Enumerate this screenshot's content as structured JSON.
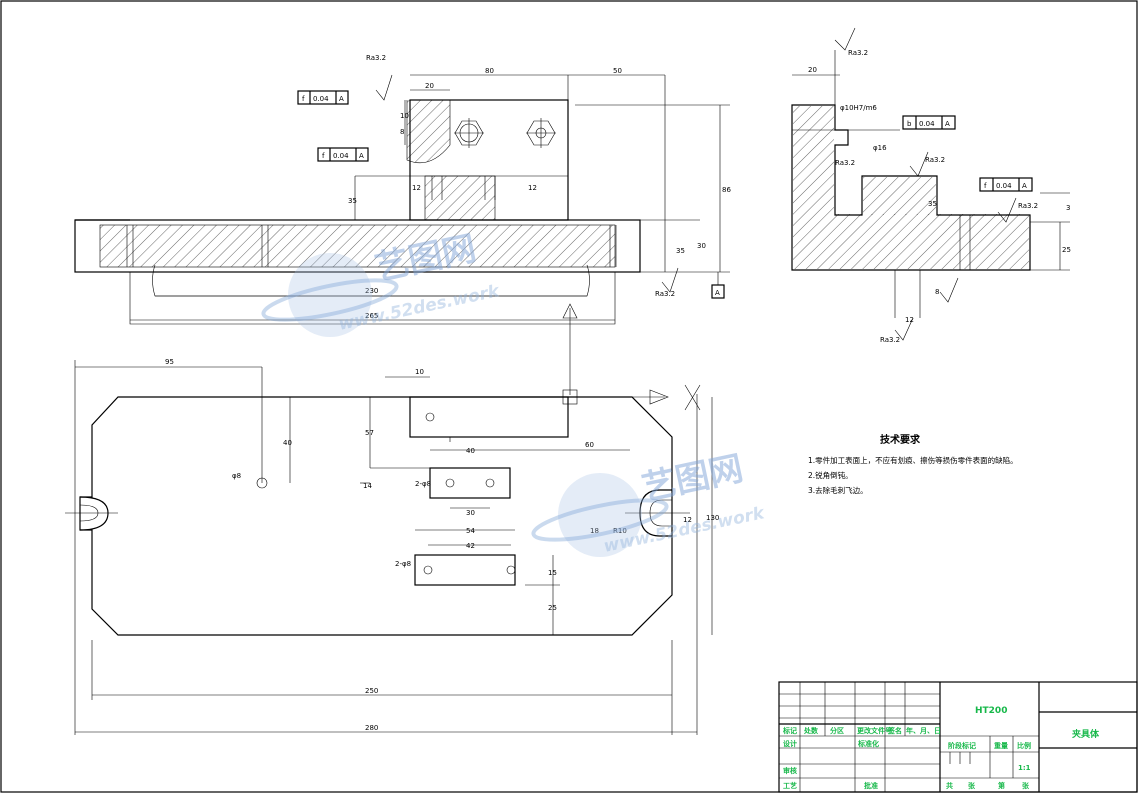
{
  "main_view": {
    "tol_frame_1": {
      "sym": "f",
      "val": "0.04",
      "ref": "A"
    },
    "tol_frame_2": {
      "sym": "f",
      "val": "0.04",
      "ref": "A"
    },
    "rough_top": "Ra3.2",
    "rough_bottom": "Ra3.2",
    "datum": "A",
    "dims": {
      "d20": "20",
      "d80": "80",
      "d50": "50",
      "d10": "10",
      "d8": "8",
      "d12a": "12",
      "d12b": "12",
      "d35": "35",
      "d86": "86",
      "d35b": "35",
      "d30": "30",
      "d230": "230",
      "d265": "265"
    }
  },
  "side_view": {
    "tol_frame_b": {
      "sym": "b",
      "val": "0.04",
      "ref": "A"
    },
    "tol_frame_f": {
      "sym": "f",
      "val": "0.04",
      "ref": "A"
    },
    "rough": [
      "Ra3.2",
      "Ra3.2",
      "Ra3.2",
      "Ra3.2",
      "Ra3.2"
    ],
    "dims": {
      "d20": "20",
      "d16": "φ16",
      "d35": "35",
      "d25": "25",
      "d8": "8",
      "d12": "12",
      "d3": "3",
      "dfit": "φ10H7/m6"
    }
  },
  "plan_view": {
    "dims": {
      "d95": "95",
      "d10": "10",
      "d40": "40",
      "d57": "57",
      "d60": "60",
      "d40b": "40",
      "d14": "14",
      "d30": "30",
      "d54": "54",
      "d42": "42",
      "d15": "15",
      "d25": "25",
      "d130": "130",
      "d12": "12",
      "d250": "250",
      "d280": "280",
      "hole1": "2-φ8",
      "hole2": "2-φ8",
      "phi": "φ8",
      "r10": "R10",
      "d18": "18"
    }
  },
  "tech_req": {
    "title": "技术要求",
    "items": [
      "1.零件加工表面上，不应有划痕、擦伤等损伤零件表面的缺陷。",
      "2.锐角倒钝。",
      "3.去除毛刺飞边。"
    ]
  },
  "title_block": {
    "material": "HT200",
    "part_name": "夹具体",
    "row_labels": [
      "标记",
      "处数",
      "分区",
      "更改文件号",
      "签名",
      "年、月、日"
    ],
    "design": "设计",
    "standardize": "标准化",
    "stage_mark": "阶段标记",
    "weight": "重量",
    "scale_label": "比例",
    "scale": "1:1",
    "review": "审核",
    "process": "工艺",
    "approve": "批准",
    "sheet": [
      "共",
      "张",
      "第",
      "张"
    ]
  },
  "watermark": {
    "brand": "艺图网",
    "url": "www.52des.work"
  },
  "colors": {
    "green": "#17b84a",
    "watermark": "#7fa3d6",
    "line": "#000000"
  }
}
